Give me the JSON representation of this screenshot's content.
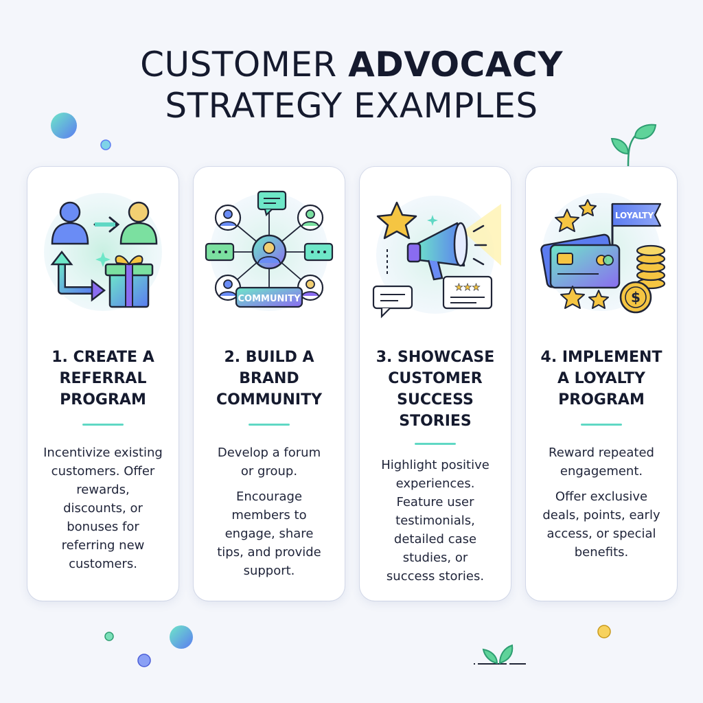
{
  "title": {
    "prefix": "CUSTOMER ",
    "bold": "ADVOCACY",
    "line2": "STRATEGY EXAMPLES"
  },
  "cards": [
    {
      "heading": "1. CREATE A\nREFERRAL\nPROGRAM",
      "paragraphs": [
        "Incentivize existing\ncustomers. Offer\nrewards,\ndiscounts, or\nbonuses for\nreferring new\ncustomers."
      ],
      "icons": [
        "person-icon",
        "arrow-right-icon",
        "person-icon",
        "return-arrow-icon",
        "gift-icon",
        "sparkle-icon"
      ]
    },
    {
      "heading": "2. BUILD A\nBRAND\nCOMMUNITY",
      "paragraphs": [
        "Develop a forum\nor group.",
        "Encourage\nmembers to\nengage, share\ntips, and provide\nsupport."
      ],
      "badge": "COMMUNITY",
      "icons": [
        "network-icon",
        "chat-bubble-icon",
        "person-icon"
      ]
    },
    {
      "heading": "3. SHOWCASE\nCUSTOMER\nSUCCESS\nSTORIES",
      "paragraphs": [
        "Highlight positive\nexperiences.\nFeature user\ntestimonials,\ndetailed case\nstudies, or\nsuccess stories."
      ],
      "icons": [
        "star-icon",
        "megaphone-icon",
        "chat-bubble-icon",
        "review-card-icon"
      ]
    },
    {
      "heading": "4. IMPLEMENT\nA LOYALTY\nPROGRAM",
      "paragraphs": [
        "Reward repeated\nengagement.",
        "Offer exclusive\ndeals, points, early\naccess, or special\nbenefits."
      ],
      "flag": "LOYALTY",
      "icons": [
        "star-icon",
        "credit-card-icon",
        "flag-icon",
        "coin-stack-icon",
        "dollar-coin-icon"
      ]
    }
  ],
  "colors": {
    "accent_teal": "#5fd8c4",
    "accent_blue": "#5b7cf0",
    "accent_purple": "#8a6cf0",
    "accent_green": "#74d68f",
    "accent_yellow": "#f5c542",
    "text_dark": "#151a2e"
  }
}
